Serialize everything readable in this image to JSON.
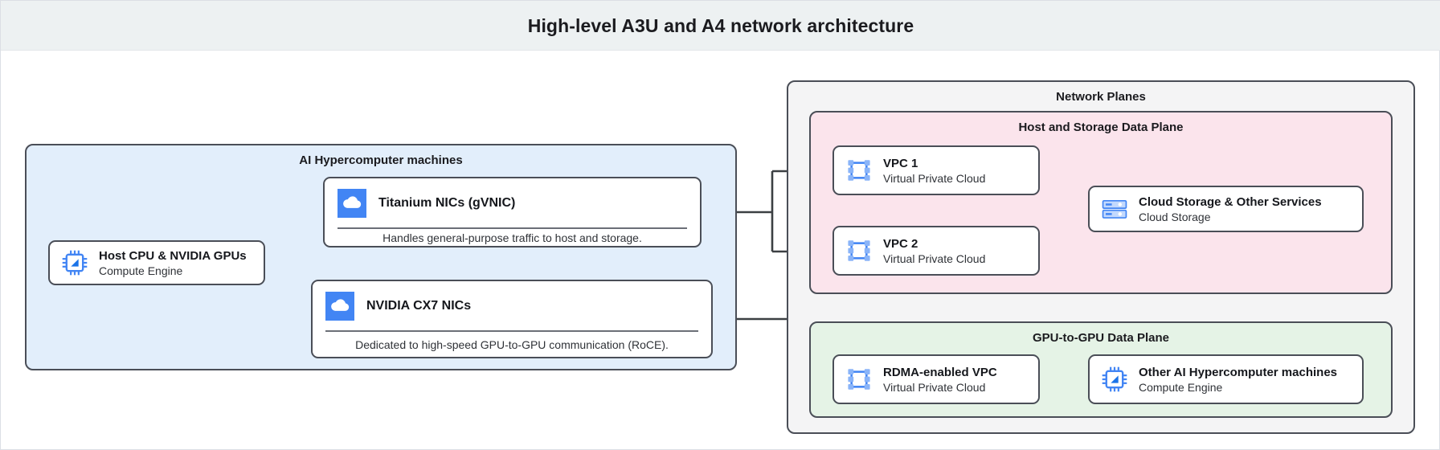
{
  "header": {
    "title": "High-level A3U and A4 network architecture"
  },
  "colors": {
    "header_bg": "#edf1f2",
    "machines_bg": "#e2eefb",
    "planes_bg": "#f4f4f5",
    "host_plane_bg": "#fbe4ec",
    "gpu_plane_bg": "#e5f3e6",
    "node_border": "#4a4e57",
    "icon_blue": "#4285f4",
    "icon_blue_light": "#8ab4f8",
    "connector": "#3c4043"
  },
  "groups": {
    "machines": {
      "title": "AI Hypercomputer machines"
    },
    "planes": {
      "title": "Network Planes"
    },
    "host_plane": {
      "title": "Host and Storage Data Plane"
    },
    "gpu_plane": {
      "title": "GPU-to-GPU Data Plane"
    }
  },
  "nodes": {
    "host_cpu": {
      "title": "Host CPU & NVIDIA GPUs",
      "subtitle": "Compute Engine",
      "icon": "cpu-chip-icon"
    },
    "titanium_nics": {
      "title": "Titanium NICs (gVNIC)",
      "description": "Handles general-purpose traffic to host and storage.",
      "icon": "cloud-icon"
    },
    "cx7_nics": {
      "title": "NVIDIA CX7 NICs",
      "description": "Dedicated to high-speed GPU-to-GPU communication (RoCE).",
      "icon": "cloud-icon"
    },
    "vpc1": {
      "title": "VPC 1",
      "subtitle": "Virtual Private Cloud",
      "icon": "vpc-icon"
    },
    "vpc2": {
      "title": "VPC 2",
      "subtitle": "Virtual Private Cloud",
      "icon": "vpc-icon"
    },
    "cloud_storage": {
      "title": "Cloud Storage & Other Services",
      "subtitle": "Cloud Storage",
      "icon": "storage-icon"
    },
    "rdma_vpc": {
      "title": "RDMA-enabled VPC",
      "subtitle": "Virtual Private Cloud",
      "icon": "vpc-icon"
    },
    "other_machines": {
      "title": "Other AI Hypercomputer machines",
      "subtitle": "Compute Engine",
      "icon": "cpu-chip-icon"
    }
  },
  "connections": [
    {
      "from": "host_cpu",
      "to": "titanium_nics"
    },
    {
      "from": "host_cpu",
      "to": "cx7_nics"
    },
    {
      "from": "titanium_nics",
      "to": "vpc1"
    },
    {
      "from": "titanium_nics",
      "to": "vpc2"
    },
    {
      "from": "vpc1",
      "to": "cloud_storage"
    },
    {
      "from": "vpc2",
      "to": "cloud_storage"
    },
    {
      "from": "cx7_nics",
      "to": "rdma_vpc"
    },
    {
      "from": "rdma_vpc",
      "to": "other_machines"
    }
  ]
}
